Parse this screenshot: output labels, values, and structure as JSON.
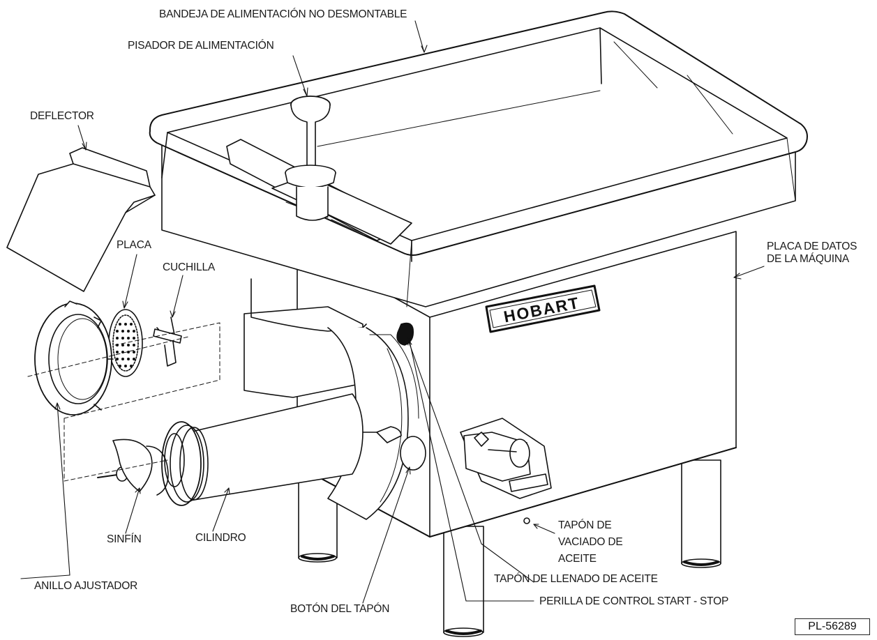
{
  "labels": {
    "bandeja": "BANDEJA DE ALIMENTACIÓN NO DESMONTABLE",
    "pisador": "PISADOR DE ALIMENTACIÓN",
    "deflector": "DEFLECTOR",
    "placa": "PLACA",
    "cuchilla": "CUCHILLA",
    "placa_datos_1": "PLACA DE DATOS",
    "placa_datos_2": "DE LA MÁQUINA",
    "tapon_vaciado_1": "TAPÓN DE",
    "tapon_vaciado_2": "VACIADO DE",
    "tapon_vaciado_3": "ACEITE",
    "tapon_llenado": "TAPÓN DE LLENADO DE ACEITE",
    "perilla": "PERILLA DE CONTROL START - STOP",
    "boton_tapon": "BOTÓN DEL TAPÓN",
    "sinfin": "SINFÍN",
    "cilindro": "CILINDRO",
    "anillo": "ANILLO AJUSTADOR"
  },
  "logo": "HOBART",
  "ref_code": "PL-56289"
}
